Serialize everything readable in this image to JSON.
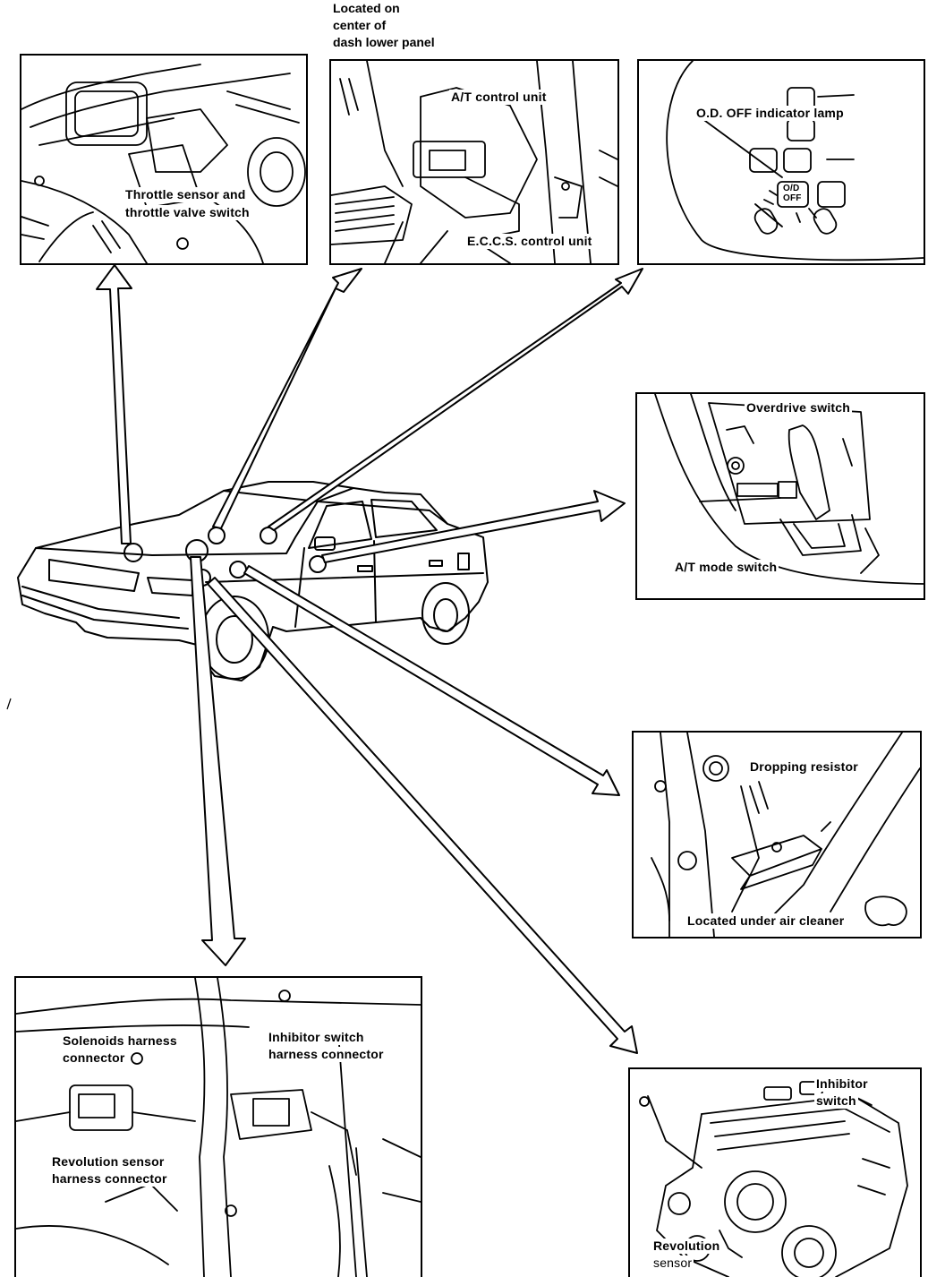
{
  "top_caption": {
    "line1": "Located on",
    "line2": "center of",
    "line3": "dash lower panel"
  },
  "panels": {
    "throttle": {
      "label_line1": "Throttle sensor and",
      "label_line2": "throttle valve switch"
    },
    "dash": {
      "label_at": "A/T control unit",
      "label_eccs": "E.C.C.S. control unit"
    },
    "od_lamp": {
      "label": "O.D. OFF indicator lamp",
      "lamp_text_1": "O/D",
      "lamp_text_2": "OFF"
    },
    "shifter": {
      "label_overdrive": "Overdrive switch",
      "label_mode": "A/T mode switch"
    },
    "resistor": {
      "label_dropping": "Dropping resistor",
      "label_location": "Located under air cleaner"
    },
    "harness": {
      "label_solenoid_1": "Solenoids harness",
      "label_solenoid_2": "connector",
      "label_inhibitor_1": "Inhibitor switch",
      "label_inhibitor_2": "harness connector",
      "label_revolution_1": "Revolution sensor",
      "label_revolution_2": "harness connector"
    },
    "transmission": {
      "label_inhibitor_1": "Inhibitor",
      "label_inhibitor_2": "switch",
      "label_revolution_1": "Revolution",
      "label_revolution_2": "sensor"
    }
  }
}
